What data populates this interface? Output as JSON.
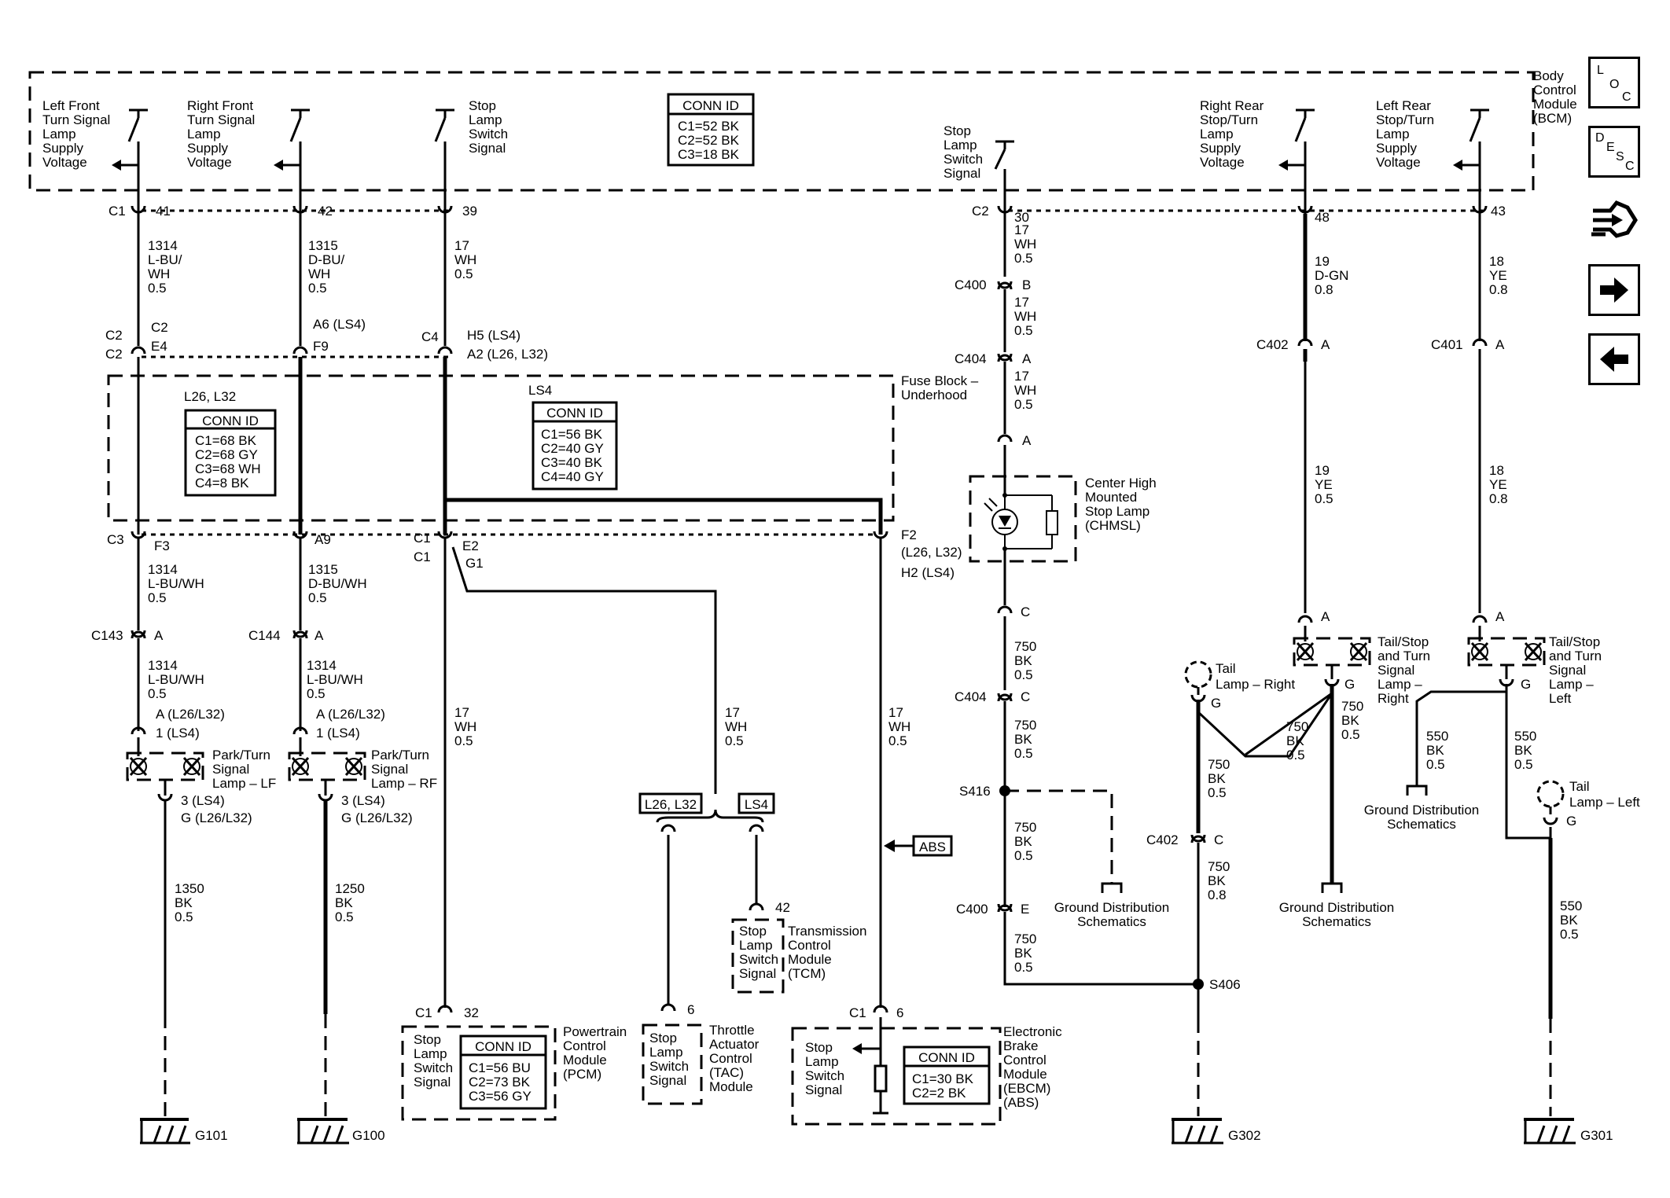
{
  "bcm": {
    "label": [
      "Body",
      "Control",
      "Module",
      "(BCM)"
    ],
    "conn_id_title": "CONN ID",
    "conn_id": [
      "C1=52 BK",
      "C2=52 BK",
      "C3=18 BK"
    ],
    "lf_turn": [
      "Left Front",
      "Turn Signal",
      "Lamp",
      "Supply",
      "Voltage"
    ],
    "rf_turn": [
      "Right Front",
      "Turn Signal",
      "Lamp",
      "Supply",
      "Voltage"
    ],
    "stop_sw1": [
      "Stop",
      "Lamp",
      "Switch",
      "Signal"
    ],
    "stop_sw2": [
      "Stop",
      "Lamp",
      "Switch",
      "Signal"
    ],
    "rr_stop": [
      "Right Rear",
      "Stop/Turn",
      "Lamp",
      "Supply",
      "Voltage"
    ],
    "lr_stop": [
      "Left Rear",
      "Stop/Turn",
      "Lamp",
      "Supply",
      "Voltage"
    ]
  },
  "nav": {
    "loc": [
      "L",
      "O",
      "C"
    ],
    "desc": [
      "D",
      "E",
      "S",
      "C"
    ]
  },
  "pins_top": {
    "c1": "C1",
    "p41": "41",
    "p42": "42",
    "p39": "39",
    "c2": "C2",
    "p30": "30",
    "p48": "48",
    "p43": "43"
  },
  "wires": {
    "w1314_a": [
      "1314",
      "L-BU/",
      "WH",
      "0.5"
    ],
    "w1315_a": [
      "1315",
      "D-BU/",
      "WH",
      "0.5"
    ],
    "w17_a": [
      "17",
      "WH",
      "0.5"
    ],
    "w17_b": [
      "17",
      "WH",
      "0.5"
    ],
    "w17_c": [
      "17",
      "WH",
      "0.5"
    ],
    "w17_d": [
      "17",
      "WH",
      "0.5"
    ],
    "w19_dgn": [
      "19",
      "D-GN",
      "0.8"
    ],
    "w18_ye_a": [
      "18",
      "YE",
      "0.8"
    ],
    "w19_ye": [
      "19",
      "YE",
      "0.5"
    ],
    "w18_ye_b": [
      "18",
      "YE",
      "0.8"
    ],
    "w1314_b": [
      "1314",
      "L-BU/WH",
      "0.5"
    ],
    "w1315_b": [
      "1315",
      "D-BU/WH",
      "0.5"
    ],
    "w1314_c": [
      "1314",
      "L-BU/WH",
      "0.5"
    ],
    "w1314_d": [
      "1314",
      "L-BU/WH",
      "0.5"
    ],
    "w17_e": [
      "17",
      "WH",
      "0.5"
    ],
    "w17_f": [
      "17",
      "WH",
      "0.5"
    ],
    "w17_g": [
      "17",
      "WH",
      "0.5"
    ],
    "w750_a": [
      "750",
      "BK",
      "0.5"
    ],
    "w750_b": [
      "750",
      "BK",
      "0.5"
    ],
    "w750_c": [
      "750",
      "BK",
      "0.5"
    ],
    "w750_d": [
      "750",
      "BK",
      "0.5"
    ],
    "w750_e": [
      "750",
      "BK",
      "0.5"
    ],
    "w750_f": [
      "750",
      "BK",
      "0.5"
    ],
    "w750_g": [
      "750",
      "BK",
      "0.8"
    ],
    "w750_h": [
      "750",
      "BK",
      "0.5"
    ],
    "w550_a": [
      "550",
      "BK",
      "0.5"
    ],
    "w550_b": [
      "550",
      "BK",
      "0.5"
    ],
    "w550_c": [
      "550",
      "BK",
      "0.5"
    ],
    "w1350": [
      "1350",
      "BK",
      "0.5"
    ],
    "w1250": [
      "1250",
      "BK",
      "0.5"
    ]
  },
  "connectors": {
    "c2_l": "C2",
    "c2_l2": "C2",
    "c2_e4": "C2",
    "e4": "E4",
    "a6": "A6 (LS4)",
    "f9": "F9",
    "c4": "C4",
    "h5": "H5 (LS4)",
    "a2": "A2 (L26, L32)",
    "c3": "C3",
    "f3": "F3",
    "a9": "A9",
    "c1_a": "C1",
    "c1_b": "C1",
    "e2": "E2",
    "g1": "G1",
    "f2": "F2",
    "f2_opt": "(L26, L32)",
    "h2": "H2 (LS4)",
    "c143": "C143",
    "c143_a": "A",
    "c144": "C144",
    "c144_a": "A",
    "lf_a": "A (L26/L32)",
    "lf_1": "1 (LS4)",
    "rf_a": "A (L26/L32)",
    "rf_1": "1 (LS4)",
    "lf_3": "3 (LS4)",
    "lf_g": "G (L26/L32)",
    "rf_3": "3 (LS4)",
    "rf_g": "G (L26/L32)",
    "c400_b": "C400",
    "b": "B",
    "c404_a": "C404",
    "a1": "A",
    "a2p": "A",
    "c402_a": "C402",
    "c402_a_pin": "A",
    "c401_a": "C401",
    "c401_a_pin": "A",
    "c_pin": "C",
    "c404_c": "C404",
    "c404_c_pin": "C",
    "s416": "S416",
    "c400_e": "C400",
    "e": "E",
    "c402_c": "C402",
    "c402_c_pin": "C",
    "s406": "S406",
    "rr_a": "A",
    "rr_g": "G",
    "lr_a": "A",
    "lr_g": "G",
    "tr_g": "G",
    "tl_g": "G",
    "c1_pcm": "C1",
    "p32": "32",
    "p6_tac": "6",
    "p42_tcm": "42",
    "c1_ebcm": "C1",
    "p6_ebcm": "6"
  },
  "fuse_block": {
    "label": [
      "Fuse Block –",
      "Underhood"
    ],
    "opt1": "L26, L32",
    "conn1_title": "CONN ID",
    "conn1": [
      "C1=68 BK",
      "C2=68 GY",
      "C3=68 WH",
      "C4=8 BK"
    ],
    "opt2": "LS4",
    "conn2_title": "CONN ID",
    "conn2": [
      "C1=56 BK",
      "C2=40 GY",
      "C3=40 BK",
      "C4=40 GY"
    ]
  },
  "chmsl": [
    "Center High",
    "Mounted",
    "Stop Lamp",
    "(CHMSL)"
  ],
  "lamps": {
    "lf": [
      "Park/Turn",
      "Signal",
      "Lamp – LF"
    ],
    "rf": [
      "Park/Turn",
      "Signal",
      "Lamp – RF"
    ],
    "tail_r": [
      "Tail",
      "Lamp – Right"
    ],
    "rr": [
      "Tail/Stop",
      "and Turn",
      "Signal",
      "Lamp –",
      "Right"
    ],
    "lr": [
      "Tail/Stop",
      "and Turn",
      "Signal",
      "Lamp –",
      "Left"
    ],
    "tail_l": [
      "Tail",
      "Lamp – Left"
    ]
  },
  "options": {
    "opt_a": "L26, L32",
    "opt_b": "LS4",
    "abs": "ABS"
  },
  "modules": {
    "tcm_sig": [
      "Stop",
      "Lamp",
      "Switch",
      "Signal"
    ],
    "tcm": [
      "Transmission",
      "Control",
      "Module",
      "(TCM)"
    ],
    "pcm_sig": [
      "Stop",
      "Lamp",
      "Switch",
      "Signal"
    ],
    "pcm": [
      "Powertrain",
      "Control",
      "Module",
      "(PCM)"
    ],
    "pcm_conn_title": "CONN ID",
    "pcm_conn": [
      "C1=56 BU",
      "C2=73 BK",
      "C3=56 GY"
    ],
    "tac_sig": [
      "Stop",
      "Lamp",
      "Switch",
      "Signal"
    ],
    "tac": [
      "Throttle",
      "Actuator",
      "Control",
      "(TAC)",
      "Module"
    ],
    "ebcm_sig": [
      "Stop",
      "Lamp",
      "Switch",
      "Signal"
    ],
    "ebcm": [
      "Electronic",
      "Brake",
      "Control",
      "Module",
      "(EBCM)",
      "(ABS)"
    ],
    "ebcm_conn_title": "CONN ID",
    "ebcm_conn": [
      "C1=30 BK",
      "C2=2 BK"
    ]
  },
  "grounds": {
    "g101": "G101",
    "g100": "G100",
    "g302": "G302",
    "g301": "G301",
    "gds1": [
      "Ground Distribution",
      "Schematics"
    ],
    "gds2": [
      "Ground Distribution",
      "Schematics"
    ],
    "gds3": [
      "Ground Distribution",
      "Schematics"
    ]
  }
}
